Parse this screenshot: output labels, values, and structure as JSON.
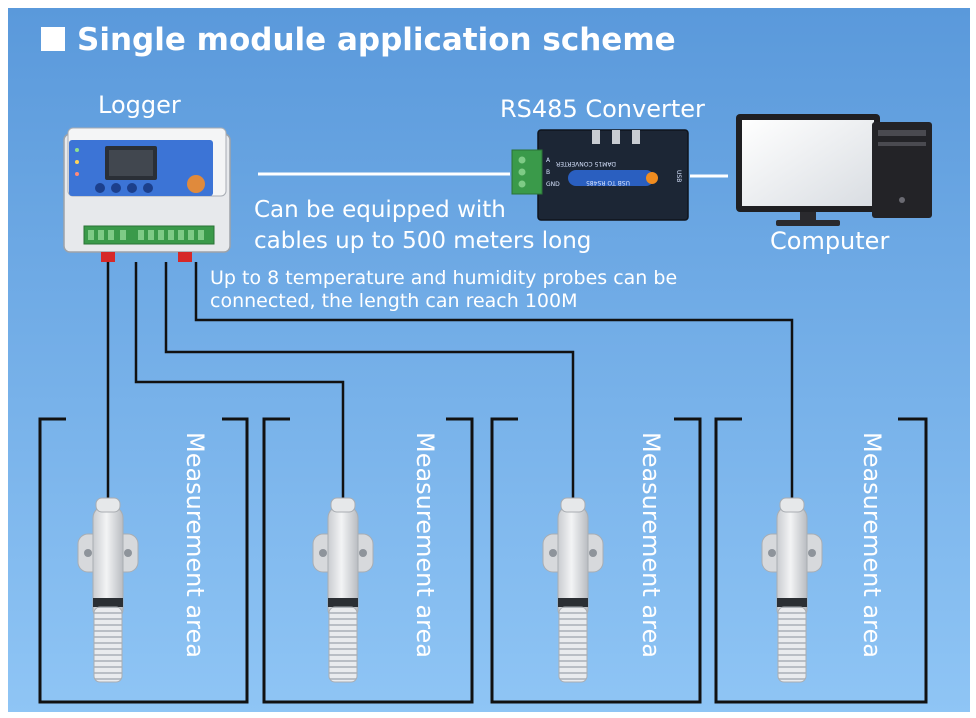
{
  "title": "Single module application scheme",
  "labels": {
    "logger": "Logger",
    "converter": "RS485 Converter",
    "computer": "Computer",
    "cable_line1": "Can be equipped with",
    "cable_line2": "cables up to 500 meters long",
    "probe_line1": "Up to 8 temperature and humidity probes can be",
    "probe_line2": "connected, the length can reach 100M"
  },
  "converter_text": {
    "brand_line": "DAM15 CONVERTER",
    "badge": "USB TO RS485",
    "usb": "USB",
    "pins": [
      "A",
      "B",
      "GND"
    ]
  },
  "areas": [
    {
      "label": "Measurement area"
    },
    {
      "label": "Measurement area"
    },
    {
      "label": "Measurement area"
    },
    {
      "label": "Measurement area"
    }
  ],
  "colors": {
    "background_top": "#5b9bdc",
    "background_bottom": "#8ec4f4",
    "cable": "#111111",
    "terminal_green": "#3a9a4a",
    "converter_body": "#1c2635",
    "badge_blue": "#2a5fc0"
  }
}
